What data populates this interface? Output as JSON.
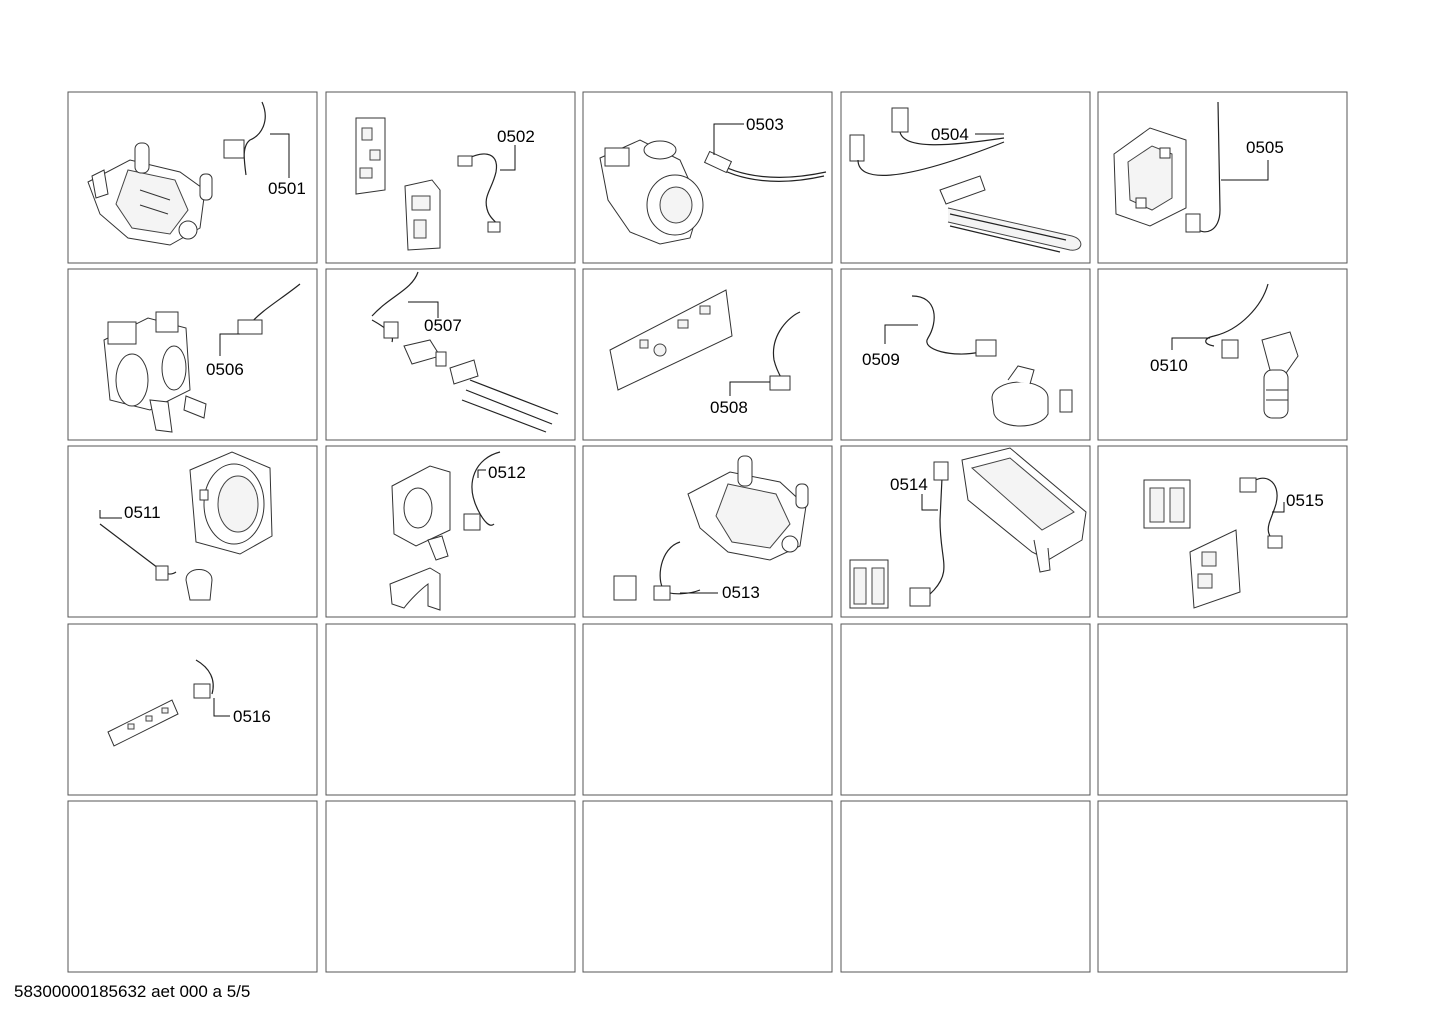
{
  "document": {
    "id": "58300000185632 aet 000 a 5/5"
  },
  "parts": [
    {
      "code": "0501",
      "icon": "motor-icon"
    },
    {
      "code": "0502",
      "icon": "control-board-icon"
    },
    {
      "code": "0503",
      "icon": "drain-pump-icon"
    },
    {
      "code": "0504",
      "icon": "heater-icon"
    },
    {
      "code": "0505",
      "icon": "module-housing-icon"
    },
    {
      "code": "0506",
      "icon": "water-valve-icon"
    },
    {
      "code": "0507",
      "icon": "heater-sensor-icon"
    },
    {
      "code": "0508",
      "icon": "display-board-icon"
    },
    {
      "code": "0509",
      "icon": "pressure-switch-icon"
    },
    {
      "code": "0510",
      "icon": "sensor-probe-icon"
    },
    {
      "code": "0511",
      "icon": "drum-bearing-icon"
    },
    {
      "code": "0512",
      "icon": "valve-bracket-icon"
    },
    {
      "code": "0513",
      "icon": "motor-harness-icon"
    },
    {
      "code": "0514",
      "icon": "detergent-drawer-icon"
    },
    {
      "code": "0515",
      "icon": "filter-board-icon"
    },
    {
      "code": "0516",
      "icon": "small-board-icon"
    }
  ]
}
